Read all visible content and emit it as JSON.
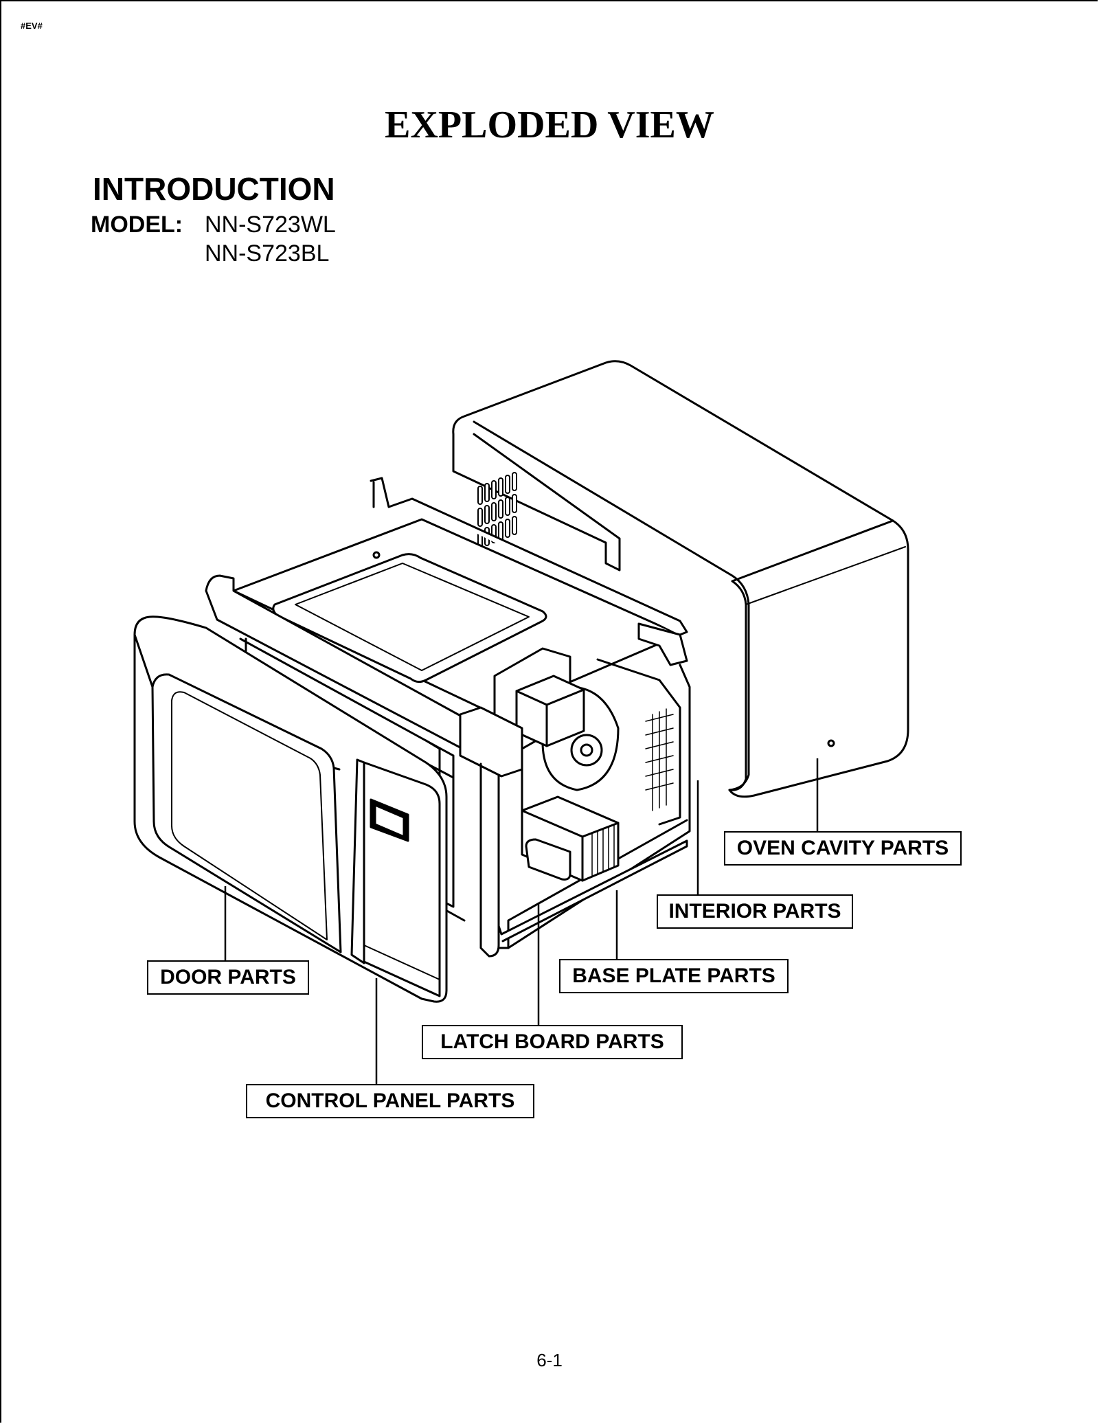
{
  "header": {
    "tag": "#EV#",
    "title": "EXPLODED VIEW"
  },
  "intro": {
    "heading": "INTRODUCTION",
    "model_label": "MODEL:",
    "models": [
      "NN-S723WL",
      "NN-S723BL"
    ]
  },
  "labels": {
    "oven_cavity": "OVEN CAVITY PARTS",
    "interior": "INTERIOR PARTS",
    "door": "DOOR PARTS",
    "base_plate": "BASE PLATE PARTS",
    "latch_board": "LATCH BOARD PARTS",
    "control_panel": "CONTROL PANEL PARTS"
  },
  "footer": {
    "page_number": "6-1"
  }
}
